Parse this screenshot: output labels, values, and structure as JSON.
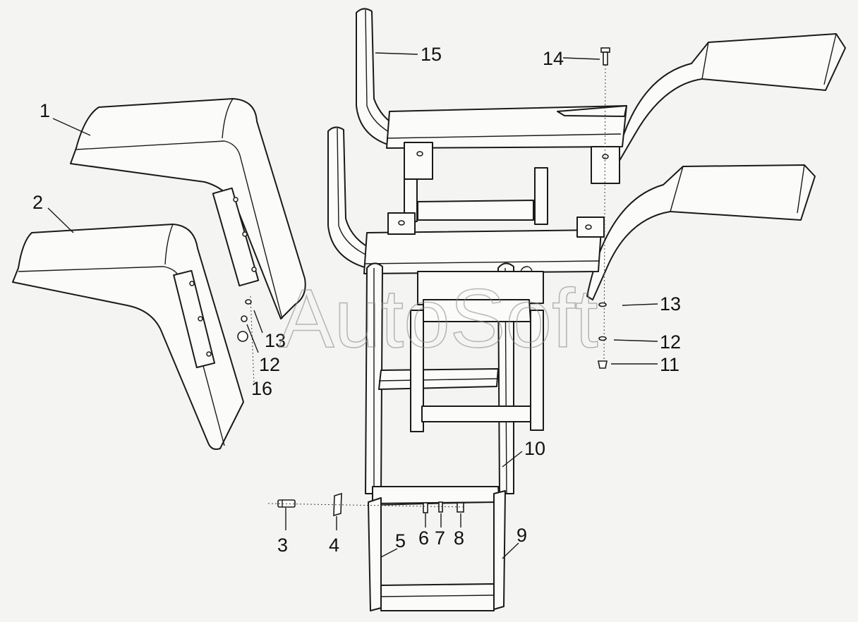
{
  "watermark": "AutoSoft",
  "callouts": [
    {
      "id": "1",
      "label": "1"
    },
    {
      "id": "2",
      "label": "2"
    },
    {
      "id": "3",
      "label": "3"
    },
    {
      "id": "4",
      "label": "4"
    },
    {
      "id": "5",
      "label": "5"
    },
    {
      "id": "6",
      "label": "6"
    },
    {
      "id": "7",
      "label": "7"
    },
    {
      "id": "8",
      "label": "8"
    },
    {
      "id": "9",
      "label": "9"
    },
    {
      "id": "10",
      "label": "10"
    },
    {
      "id": "11",
      "label": "11"
    },
    {
      "id": "12",
      "label": "12"
    },
    {
      "id": "12b",
      "label": "12"
    },
    {
      "id": "13",
      "label": "13"
    },
    {
      "id": "13b",
      "label": "13"
    },
    {
      "id": "14",
      "label": "14"
    },
    {
      "id": "15",
      "label": "15"
    },
    {
      "id": "16",
      "label": "16"
    }
  ]
}
